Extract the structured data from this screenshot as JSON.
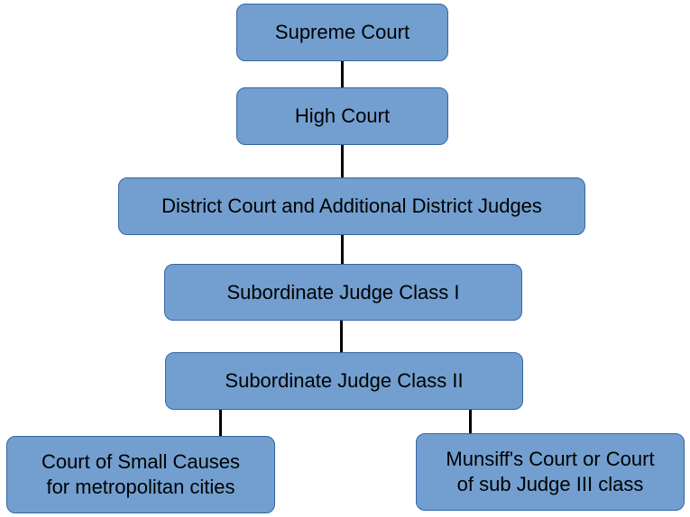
{
  "colors": {
    "node_fill": "#729fcf",
    "node_border": "#3465a4",
    "connector": "#000000",
    "text": "#000000"
  },
  "nodes": {
    "supreme_court": "Supreme Court",
    "high_court": "High Court",
    "district_court": "District Court and Additional District Judges",
    "sub_judge_1": "Subordinate Judge Class I",
    "sub_judge_2": "Subordinate Judge Class II",
    "small_causes": {
      "line1": "Court of Small Causes",
      "line2": "for metropolitan cities"
    },
    "munsiff": {
      "line1": "Munsiff's Court or Court",
      "line2": "of sub Judge III class"
    }
  }
}
